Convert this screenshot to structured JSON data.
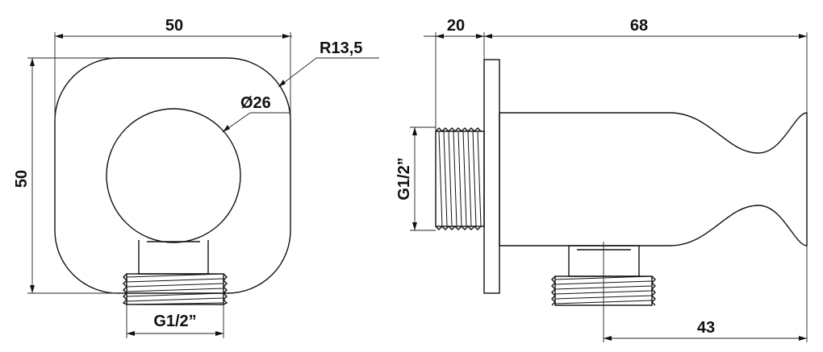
{
  "front_view": {
    "width_dim": "50",
    "height_dim": "50",
    "radius_label": "R13,5",
    "diameter_label": "Ø26",
    "thread_label": "G1/2”"
  },
  "side_view": {
    "flange_dim": "20",
    "length_dim": "68",
    "outlet_dim": "43",
    "thread_label": "G1/2”"
  },
  "colors": {
    "line": "#111111",
    "background": "#ffffff"
  }
}
